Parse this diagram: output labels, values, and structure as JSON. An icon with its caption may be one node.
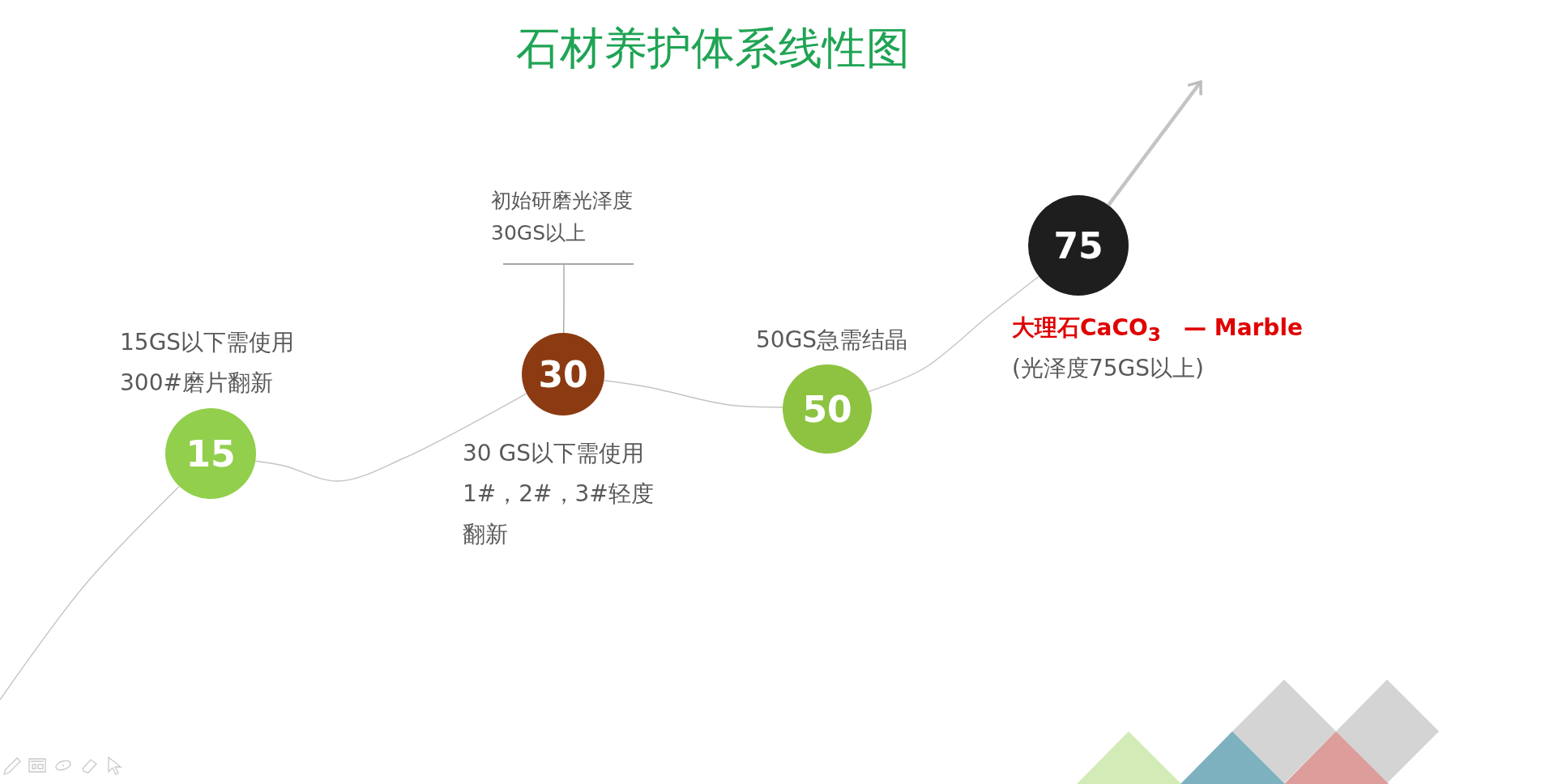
{
  "diagram": {
    "title": "石材养护体系线性图",
    "nodes": [
      {
        "text": [
          "15"
        ],
        "beside": [
          "15GS以下需使用300#磨片翻新"
        ]
      },
      {
        "text": [
          "30"
        ],
        "beside": [
          "30 GS以下需使用1#，2#，3#轻度翻新"
        ]
      },
      {
        "text": [
          "50"
        ],
        "beside": [
          "50GS急需结晶"
        ]
      },
      {
        "text": [
          "75"
        ],
        "beside": [
          "大理石CaCO$_{3}$　— Marble",
          "(光泽度75GS以上)"
        ]
      },
      {
        "text": [
          "初始研磨光泽度30GS以上"
        ]
      }
    ],
    "edges": [
      {
        "from": null,
        "to": 0,
        "arrow": "none"
      },
      {
        "from": 0,
        "to": 1,
        "arrow": "none"
      },
      {
        "from": 1,
        "to": 2,
        "arrow": "none"
      },
      {
        "from": 2,
        "to": 3,
        "arrow": "none"
      },
      {
        "from": 3,
        "to": null,
        "arrow": "to",
        "style": "thick"
      },
      {
        "from": 4,
        "to": 1,
        "arrow": "none"
      }
    ]
  }
}
